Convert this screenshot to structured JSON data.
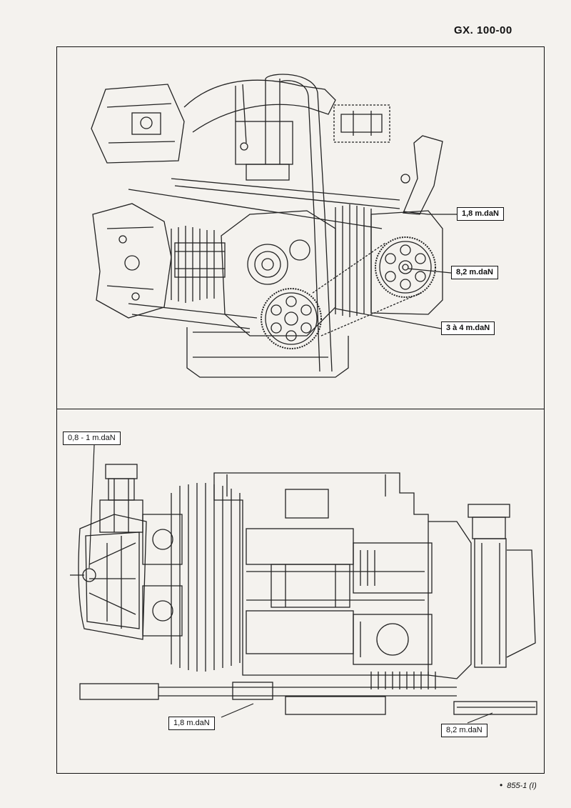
{
  "header": {
    "page_code": "GX. 100-00"
  },
  "top_view": {
    "labels": {
      "torque_1": "1,8 m.daN",
      "torque_2": "8,2 m.daN",
      "torque_3": "3 à 4 m.daN"
    }
  },
  "section_view": {
    "labels": {
      "torque_1": "0,8 - 1 m.daN",
      "torque_2": "1,8 m.daN",
      "torque_3": "8,2 m.daN"
    }
  },
  "footer": {
    "bullet": "•",
    "reference": "855-1 (I)"
  }
}
